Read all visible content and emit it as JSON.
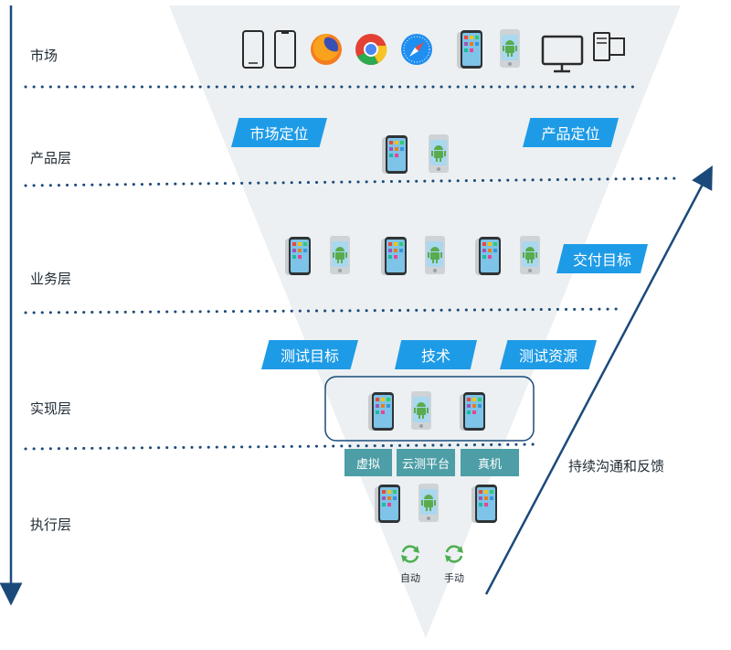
{
  "layers": [
    "市场",
    "产品层",
    "业务层",
    "实现层",
    "执行层"
  ],
  "market_devices": [
    "phone-outline-icon",
    "phone-notch-outline-icon",
    "firefox-icon",
    "chrome-icon",
    "safari-icon",
    "iphone-icon",
    "android-phone-icon",
    "monitor-icon",
    "desktop-computer-icon"
  ],
  "product": {
    "left_tag": "市场定位",
    "right_tag": "产品定位"
  },
  "business": {
    "tag": "交付目标"
  },
  "impl": {
    "tags": [
      "测试目标",
      "技术",
      "测试资源"
    ]
  },
  "exec": {
    "platforms": [
      "虚拟",
      "云测平台",
      "真机"
    ],
    "modes": [
      "自动",
      "手动"
    ]
  },
  "feedback": "持续沟通和反馈",
  "colors": {
    "funnel": "#ecf0f2",
    "accent_blue": "#1e9be6",
    "teal": "#4d9ea6",
    "arrow": "#1b4a7a"
  }
}
